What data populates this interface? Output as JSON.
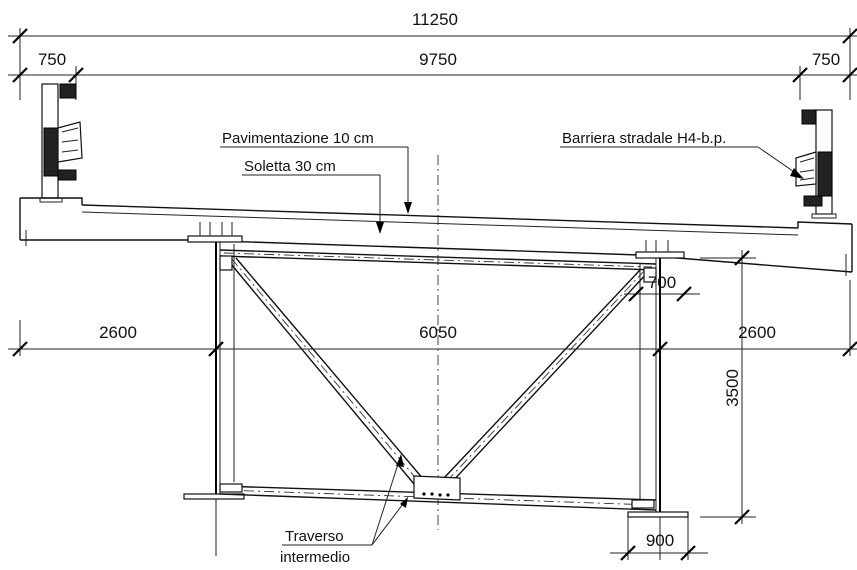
{
  "dimensions": {
    "total_width": "11250",
    "left_curb": "750",
    "carriageway": "9750",
    "right_curb": "750",
    "left_overhang": "2600",
    "girder_spacing": "6050",
    "right_overhang": "2600",
    "girder_height": "3500",
    "top_flange": "700",
    "bottom_flange": "900"
  },
  "labels": {
    "pavement": "Pavimentazione 10 cm",
    "slab": "Soletta 30 cm",
    "barrier": "Barriera stradale H4-b.p.",
    "crossbeam_line1": "Traverso",
    "crossbeam_line2": "intermedio"
  }
}
